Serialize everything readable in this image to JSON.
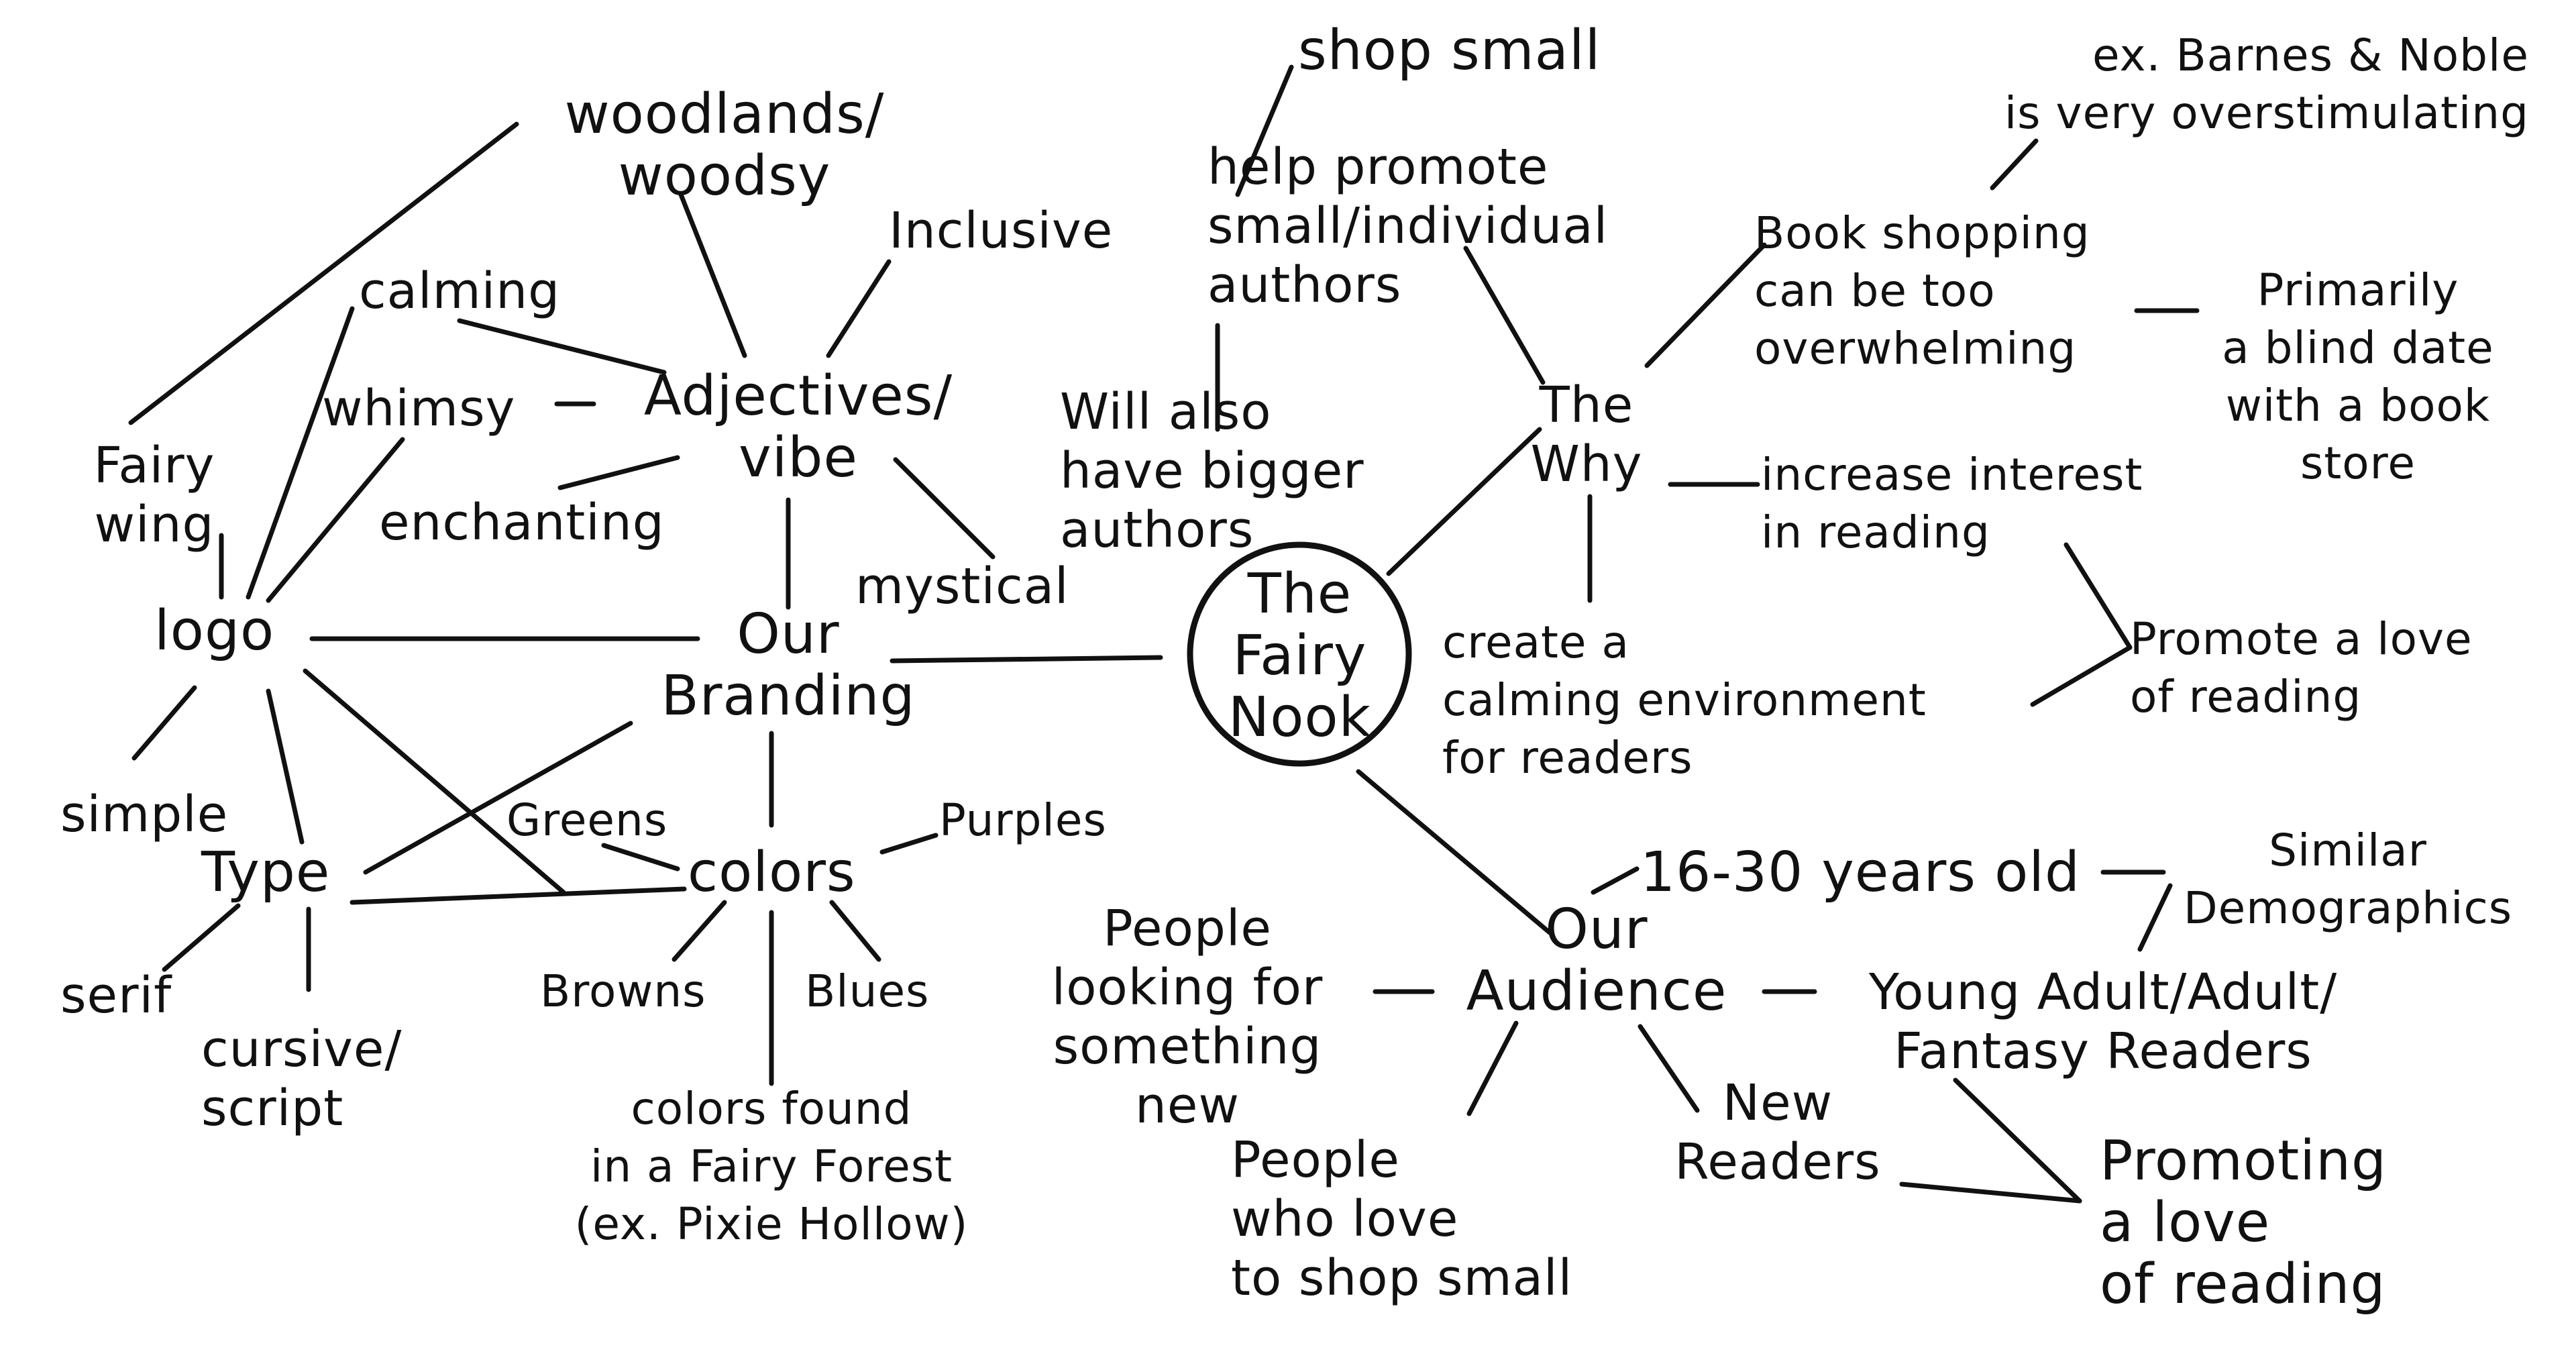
{
  "center": "The\nFairy\nNook",
  "nodes": {
    "branding": "Our\nBranding",
    "why": "The\nWhy",
    "audience": "Our\nAudience",
    "adjectives": "Adjectives/\nvibe",
    "logo": "logo",
    "type": "Type",
    "colors": "colors"
  },
  "adjectives": {
    "woodlands": "woodlands/\nwoodsy",
    "inclusive": "Inclusive",
    "calming": "calming",
    "whimsy": "whimsy",
    "enchanting": "enchanting",
    "mystical": "mystical"
  },
  "logo": {
    "fairy_wing": "Fairy\nwing",
    "simple": "simple"
  },
  "type": {
    "serif": "serif",
    "cursive": "cursive/\nscript"
  },
  "colors": {
    "greens": "Greens",
    "purples": "Purples",
    "browns": "Browns",
    "blues": "Blues",
    "forest": "colors found\nin a Fairy Forest\n(ex. Pixie Hollow)"
  },
  "why": {
    "shop_small": "shop small",
    "help_promote": "help promote\nsmall/individual\nauthors",
    "bigger_authors": "Will also\nhave bigger\nauthors",
    "overwhelming": "Book shopping\ncan be too\noverwhelming",
    "barnes": "ex. Barnes & Noble\nis very overstimulating",
    "blind_date": "Primarily\na blind date\nwith a book\nstore",
    "increase_interest": "increase interest\nin reading",
    "promote_love": "Promote a love\nof reading",
    "calming_env": "create a\ncalming environment\nfor readers"
  },
  "audience": {
    "age": "16-30 years old",
    "similar": "Similar\nDemographics",
    "looking_new": "People\nlooking for\nsomething\nnew",
    "ya_readers": "Young Adult/Adult/\nFantasy Readers",
    "new_readers": "New\nReaders",
    "shop_small_people": "People\nwho love\nto shop small",
    "promoting_love": "Promoting\na love\nof reading"
  }
}
